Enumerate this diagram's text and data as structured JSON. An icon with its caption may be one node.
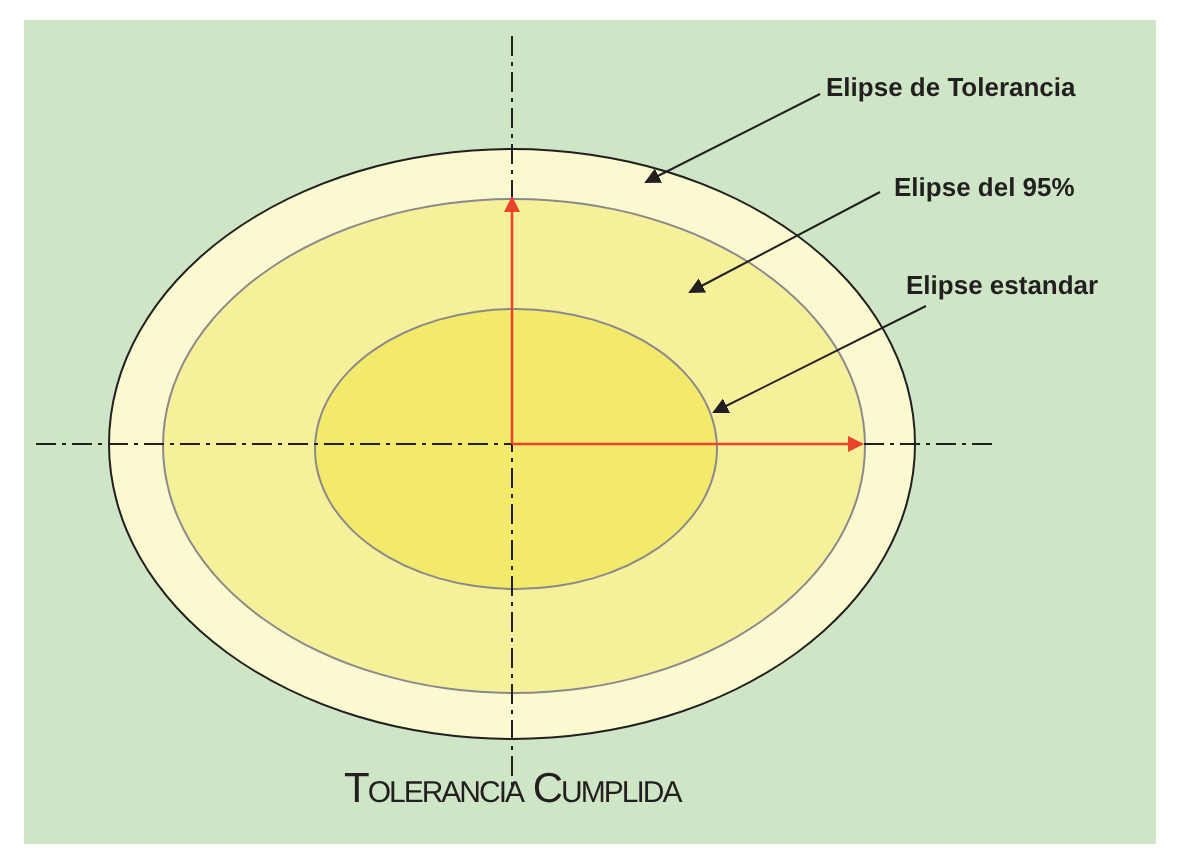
{
  "diagram": {
    "caption": "Tolerancia Cumplida",
    "nodes": [
      {
        "text": [],
        "shape": "ellipse"
      },
      {
        "text": [],
        "shape": "ellipse",
        "in": 0
      },
      {
        "text": [],
        "shape": "ellipse",
        "in": 1
      },
      {
        "text": [
          "Elipse de Tolerancia"
        ]
      },
      {
        "text": [
          "Elipse del 95%"
        ]
      },
      {
        "text": [
          "Elipse estandar"
        ]
      }
    ],
    "edges": [
      {
        "from": 3,
        "to": 0,
        "arrow": "to"
      },
      {
        "from": 4,
        "to": 1,
        "arrow": "to"
      },
      {
        "from": 5,
        "to": 2,
        "arrow": "to"
      }
    ]
  }
}
